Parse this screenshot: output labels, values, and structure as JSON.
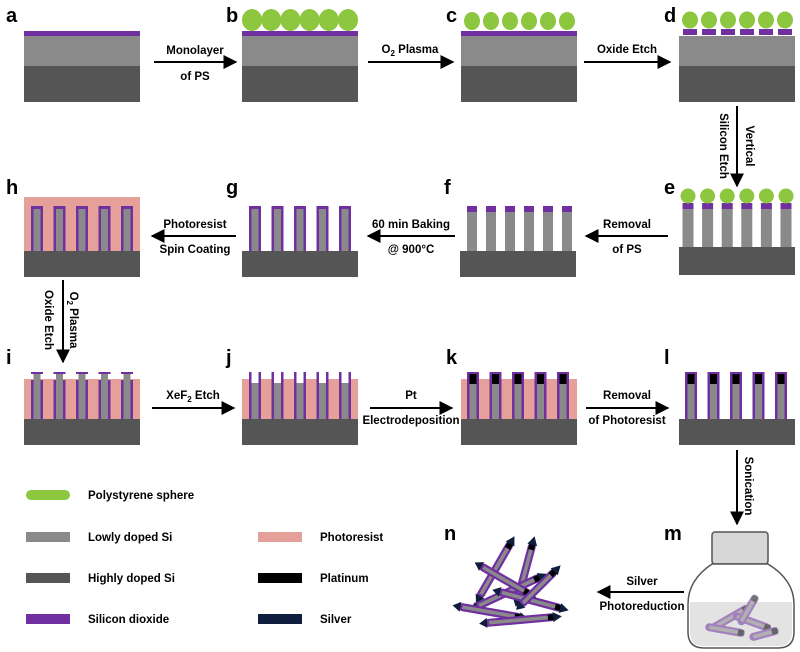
{
  "colors": {
    "polystyrene": "#8dc63f",
    "lowly_doped_si": "#8a8a8a",
    "highly_doped_si": "#555555",
    "silicon_dioxide": "#7030a0",
    "photoresist": "#e6a09a",
    "platinum": "#000000",
    "silver": "#0f1e3c"
  },
  "panels": {
    "a": "a",
    "b": "b",
    "c": "c",
    "d": "d",
    "e": "e",
    "f": "f",
    "g": "g",
    "h": "h",
    "i": "i",
    "j": "j",
    "k": "k",
    "l": "l",
    "m": "m",
    "n": "n"
  },
  "steps": {
    "a_b": [
      "Monolayer",
      "of PS"
    ],
    "b_c": {
      "main": "O",
      "sub": "2",
      "rest": " Plasma"
    },
    "c_d": "Oxide Etch",
    "d_e": [
      "Vertical",
      "Silicon Etch"
    ],
    "e_f": [
      "Removal",
      "of PS"
    ],
    "f_g": [
      "60 min Baking",
      "@ 900°C"
    ],
    "g_h": [
      "Photoresist",
      "Spin Coating"
    ],
    "h_i": {
      "line1_main": "O",
      "line1_sub": "2",
      "line1_rest": " Plasma",
      "line2": "Oxide Etch"
    },
    "i_j": {
      "main": "XeF",
      "sub": "2",
      "rest": " Etch"
    },
    "j_k": [
      "Pt",
      "Electrodeposition"
    ],
    "k_l": [
      "Removal",
      "of Photoresist"
    ],
    "l_m": "Sonication",
    "m_n": [
      "Silver",
      "Photoreduction"
    ]
  },
  "legend": [
    {
      "label": "Polystyrene sphere",
      "color_key": "polystyrene",
      "shape": "ellipse"
    },
    {
      "label": "Lowly doped Si",
      "color_key": "lowly_doped_si",
      "shape": "rect"
    },
    {
      "label": "Highly doped Si",
      "color_key": "highly_doped_si",
      "shape": "rect"
    },
    {
      "label": "Silicon dioxide",
      "color_key": "silicon_dioxide",
      "shape": "rect"
    },
    {
      "label": "Photoresist",
      "color_key": "photoresist",
      "shape": "rect"
    },
    {
      "label": "Platinum",
      "color_key": "platinum",
      "shape": "rect"
    },
    {
      "label": "Silver",
      "color_key": "silver",
      "shape": "rect"
    }
  ]
}
